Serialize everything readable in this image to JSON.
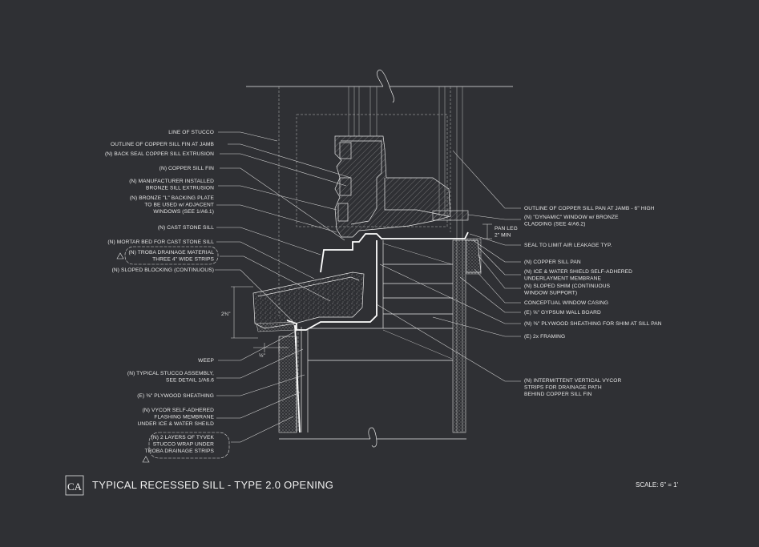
{
  "title": "TYPICAL RECESSED SILL - TYPE 2.0 OPENING",
  "scale": "SCALE: 6\" = 1'",
  "logo_text": "CA",
  "callouts_left": [
    [
      "LINE OF STUCCO"
    ],
    [
      "OUTLINE OF COPPER SILL FIN AT JAMB"
    ],
    [
      "(N) BACK SEAL COPPER SILL EXTRUSION"
    ],
    [
      "(N) COPPER SILL FIN"
    ],
    [
      "(N) MANUFACTURER INSTALLED",
      "BRONZE SILL EXTRUSION"
    ],
    [
      "(N) BRONZE \"L\" BACKING PLATE",
      "TO BE USED w/ ADJACENT",
      "WINDOWS (SEE 1/A6.1)"
    ],
    [
      "(N) CAST STONE SILL"
    ],
    [
      "(N) MORTAR BED FOR CAST STONE SILL"
    ],
    [
      "(N) TROBA DRAINAGE MATERIAL",
      "THREE 4\" WIDE STRIPS"
    ],
    [
      "(N) SLOPED BLOCKING (CONTINUOUS)"
    ],
    [
      "WEEP"
    ],
    [
      "(N) TYPICAL STUCCO ASSEMBLY,",
      "SEE DETAIL 1/A6.6"
    ],
    [
      "(E) ⅜\" PLYWOOD SHEATHING"
    ],
    [
      "(N) VYCOR SELF-ADHERED",
      "FLASHING MEMBRANE",
      "UNDER ICE & WATER SHEILD"
    ],
    [
      "(N) 2 LAYERS OF TYVEK",
      "STUCCO WRAP UNDER",
      "TROBA DRAINAGE STRIPS"
    ]
  ],
  "callouts_right": [
    [
      "OUTLINE OF COPPER SILL PAN AT JAMB - 6\" HIGH"
    ],
    [
      "(N) \"DYNAMIC\" WINDOW  w/ BRONZE",
      "CLADDING (SEE 4/A6.2)"
    ],
    [
      "SEAL TO LIMIT AIR LEAKAGE TYP."
    ],
    [
      "(N) COPPER SILL PAN"
    ],
    [
      "(N) ICE & WATER SHIELD SELF-ADHERED",
      "UNDERLAYMENT MEMBRANE"
    ],
    [
      "(N) SLOPED SHIM (CONTINUOUS",
      "WINDOW SUPPORT)"
    ],
    [
      "CONCEPTUAL WINDOW CASING"
    ],
    [
      "(E) ⅝\" GYPSUM WALL BOARD"
    ],
    [
      "(N) ⅜\" PLYWOOD SHEATHING FOR SHIM AT SILL PAN"
    ],
    [
      "(E) 2x FRAMING"
    ],
    [
      "(N) INTERMITTENT VERTICAL VYCOR",
      "STRIPS FOR DRAINAGE PATH",
      "BEHIND COPPER SILL FIN"
    ]
  ],
  "pan_leg": [
    "PAN LEG",
    "2\" MIN"
  ],
  "dims": {
    "height": "2¾\"",
    "width": "½\""
  }
}
